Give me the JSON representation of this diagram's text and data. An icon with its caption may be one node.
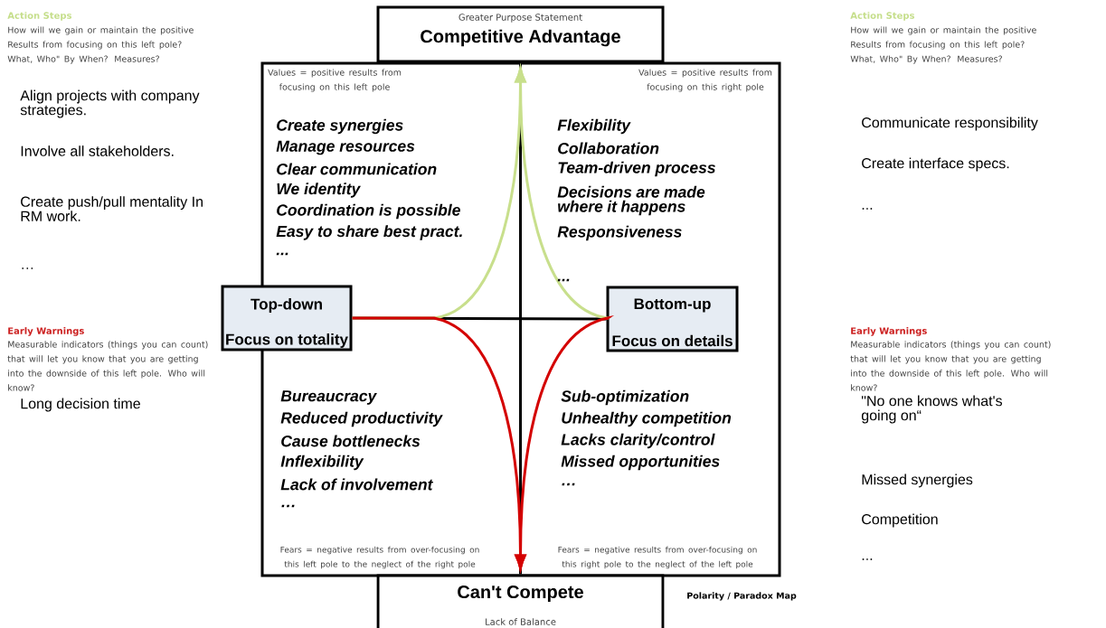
{
  "diagram": {
    "nodes": [
      {
        "text": [
          "Greater Purpose Statement",
          "Competitive Advantage"
        ]
      },
      {
        "text": [
          "Top-down",
          "Focus on totality"
        ]
      },
      {
        "text": [
          "Bottom-up",
          "Focus on details"
        ]
      },
      {
        "text": [
          "Can't Compete",
          "Lack of Balance"
        ]
      }
    ],
    "edges": [
      {
        "from": 1,
        "to": 0,
        "arrow": "to",
        "color": "#c8df8c"
      },
      {
        "from": 2,
        "to": 0,
        "arrow": "to",
        "color": "#c8df8c"
      },
      {
        "from": 1,
        "to": 3,
        "arrow": "to",
        "color": "#d40000"
      },
      {
        "from": 2,
        "to": 3,
        "arrow": "to",
        "color": "#d40000"
      },
      {
        "from": 1,
        "to": 2,
        "arrow": "none",
        "color": "#000000"
      },
      {
        "from": 0,
        "to": 3,
        "arrow": "none",
        "color": "#000000"
      }
    ],
    "labels": [
      "Action Steps",
      "How will we gain or maintain the positive Results from focusing on this left pole? What, Who\" By When? Measures?",
      "Action Steps",
      "How will we gain or maintain the positive Results from focusing on this left pole? What, Who\" By When? Measures?",
      "Align projects with company strategies.",
      "Communicate responsibility",
      "Involve all stakeholders.",
      "Create interface specs.",
      "Create push/pull mentality In RM work.",
      "...",
      "…",
      "Early Warnings",
      "Measurable indicators (things you can count) that will let you know that you are getting into the downside of this left pole. Who will know?",
      "Early Warnings",
      "Measurable indicators (things you can count) that will let you know that you are getting into the downside of this left pole. Who will know?",
      "Long decision time",
      "\"No one knows what's going on“",
      "Missed synergies",
      "Competition",
      "Polarity / Paradox Map",
      "...",
      "Values = positive results from focusing on this left pole",
      "Values = positive results from focusing on this right pole",
      "Create synergies",
      "Manage resources",
      "Clear communication",
      "We identity",
      "Coordination is possible",
      "Easy to share best pract.",
      "...",
      "Flexibility",
      "Collaboration",
      "Team-driven process",
      "Decisions are made where it happens",
      "Responsiveness",
      "...",
      "Bureaucracy",
      "Reduced productivity",
      "Cause bottlenecks",
      "Inflexibility",
      "Lack of involvement",
      "…",
      "Sub-optimization",
      "Unhealthy competition",
      "Lacks clarity/control",
      "Missed opportunities",
      "…",
      "Fears = negative results from over-focusing on this left pole to the neglect of the right pole",
      "Fears = negative results from over-focusing on this right pole to the neglect of the left pole"
    ]
  }
}
